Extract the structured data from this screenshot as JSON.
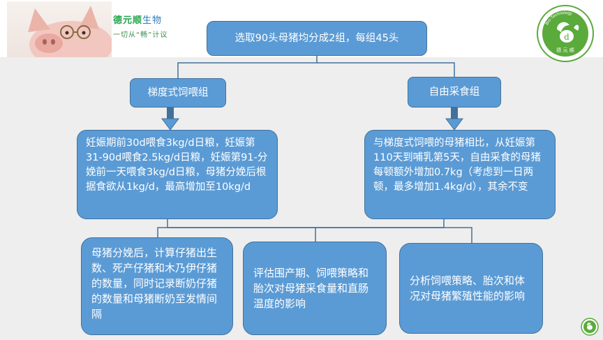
{
  "header": {
    "brand_name_part1": "德元顺",
    "brand_name_part2": "生物",
    "brand_slogan": "一切从“畅”计议",
    "logo_text": "Bio-Technology",
    "logo_bottom_text": "德 元 顺"
  },
  "diagram": {
    "top_box": "选取90头母猪均分成2组，每组45头",
    "left_group": "梯度式饲喂组",
    "right_group": "自由采食组",
    "left_detail": "妊娠期前30d喂食3kg/d日粮，妊娠第31-90d喂食2.5kg/d日粮，妊娠第91-分娩前一天喂食3kg/d日粮，母猪分娩后根据食欲从1kg/d，最高增加至10kg/d",
    "right_detail": "与梯度式饲喂的母猪相比，从妊娠第110天到哺乳第5天，自由采食的母猪每顿额外增加0.7kg（考虑到一日两顿，最多增加1.4kg/d），其余不变",
    "outcome_1": "母猪分娩后，计算仔猪出生数、死产仔猪和木乃伊仔猪的数量，同时记录断奶仔猪的数量和母猪断奶至发情间隔",
    "outcome_2": "评估围产期、饲喂策略和胎次对母猪采食量和直肠温度的影响",
    "outcome_3": "分析饲喂策略、胎次和体况对母猪繁殖性能的影响"
  },
  "colors": {
    "box_fill": "#5b9bd5",
    "box_border": "#41719c",
    "brand_green": "#22a64b",
    "background": "#eeeeee"
  }
}
